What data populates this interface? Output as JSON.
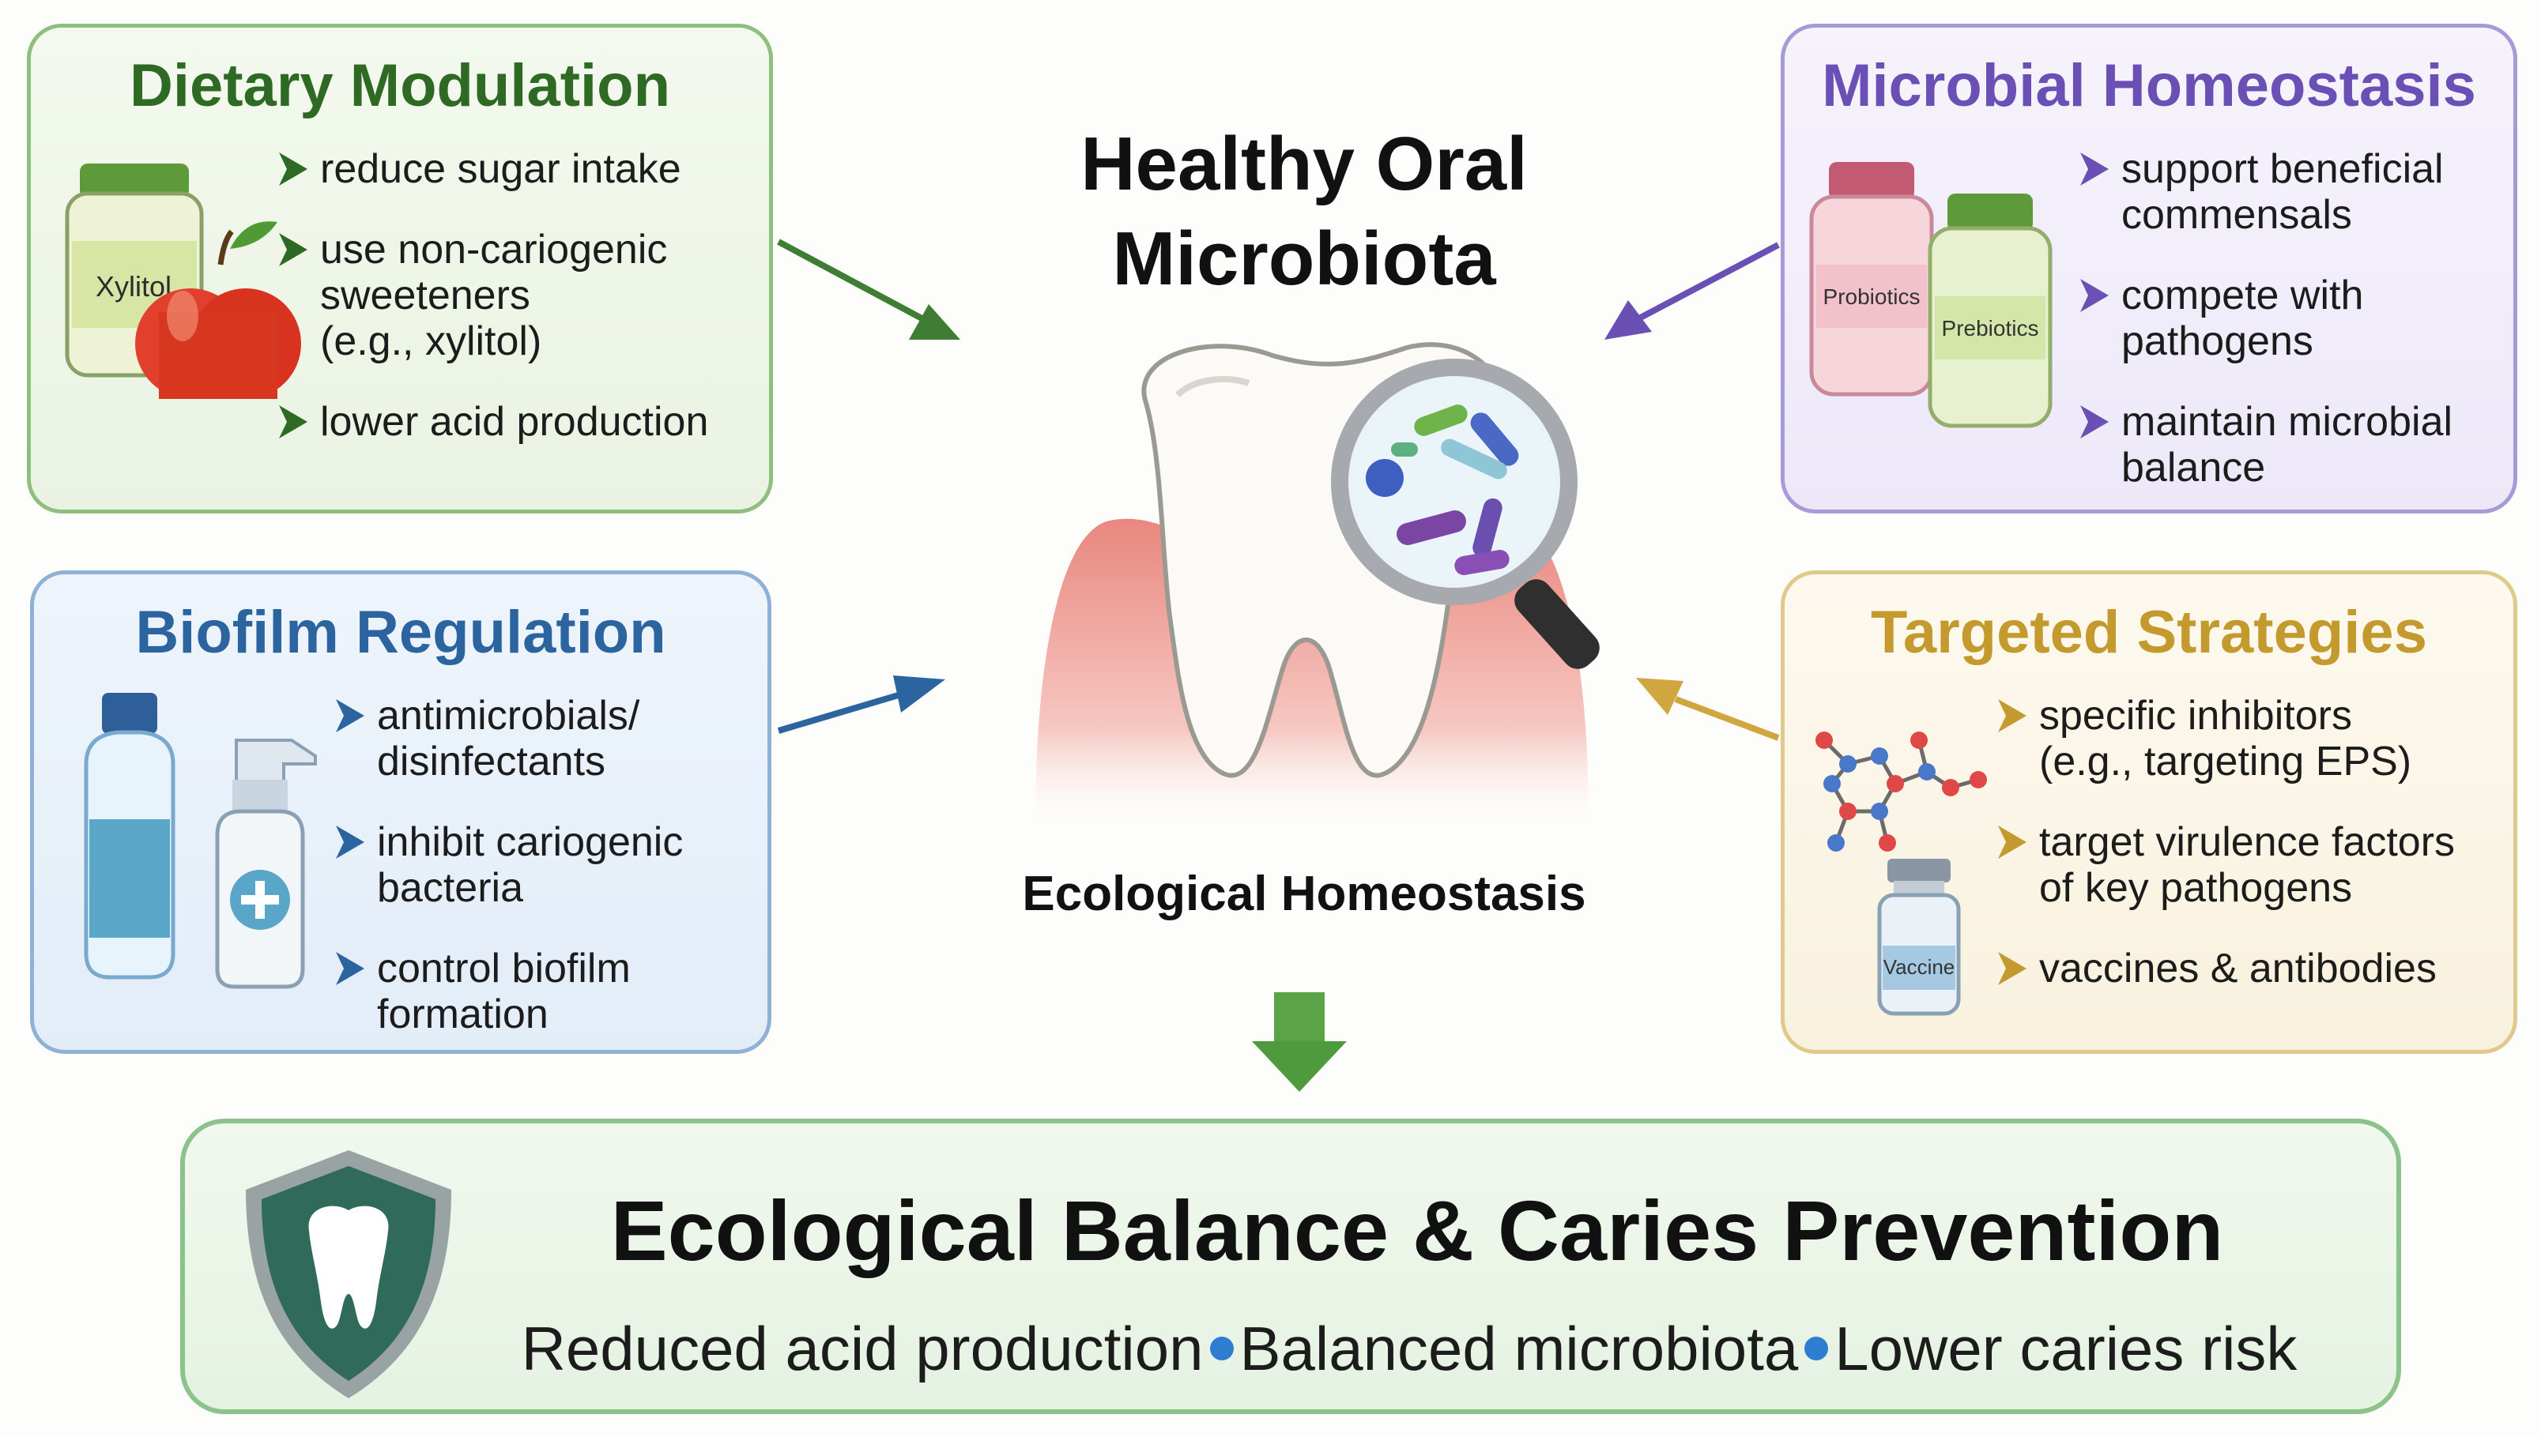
{
  "center": {
    "title_line1": "Healthy Oral",
    "title_line2": "Microbiota",
    "label": "Ecological Homeostasis"
  },
  "panels": {
    "dietary": {
      "title": "Dietary Modulation",
      "color": "#2f6a24",
      "bottle_label": "Xylitol",
      "items": [
        {
          "line1": "reduce sugar intake"
        },
        {
          "line1": "use non-cariogenic",
          "line2": "sweeteners",
          "line3": "(e.g., xylitol)"
        },
        {
          "line1": "lower acid production"
        }
      ]
    },
    "biofilm": {
      "title": "Biofilm Regulation",
      "color": "#2c64a0",
      "items": [
        {
          "line1": "antimicrobials/",
          "line2": "disinfectants"
        },
        {
          "line1": "inhibit cariogenic",
          "line2": "bacteria"
        },
        {
          "line1": "control biofilm",
          "line2": "formation"
        }
      ]
    },
    "microbial": {
      "title": "Microbial Homeostasis",
      "color": "#6a4fb4",
      "bottle1_label": "Probiotics",
      "bottle2_label": "Prebiotics",
      "items": [
        {
          "line1": "support beneficial",
          "line2": "commensals"
        },
        {
          "line1": "compete with",
          "line2": "pathogens"
        },
        {
          "line1": "maintain microbial",
          "line2": "balance"
        }
      ]
    },
    "targeted": {
      "title": "Targeted Strategies",
      "color": "#c49a2e",
      "vial_label": "Vaccine",
      "items": [
        {
          "line1": "specific inhibitors",
          "line2": "(e.g., targeting EPS)"
        },
        {
          "line1": "target virulence factors",
          "line2": "of key pathogens"
        },
        {
          "line1": "vaccines & antibodies"
        }
      ]
    }
  },
  "outcome": {
    "title": "Ecological Balance & Caries Prevention",
    "points": [
      "Reduced acid production",
      "Balanced microbiota",
      "Lower caries risk"
    ],
    "accent": "#2f7dd1"
  },
  "icons": {
    "center": "tooth-with-magnifier-icon",
    "outcome": "shield-tooth-icon",
    "down_arrow": "down-arrow-icon"
  }
}
